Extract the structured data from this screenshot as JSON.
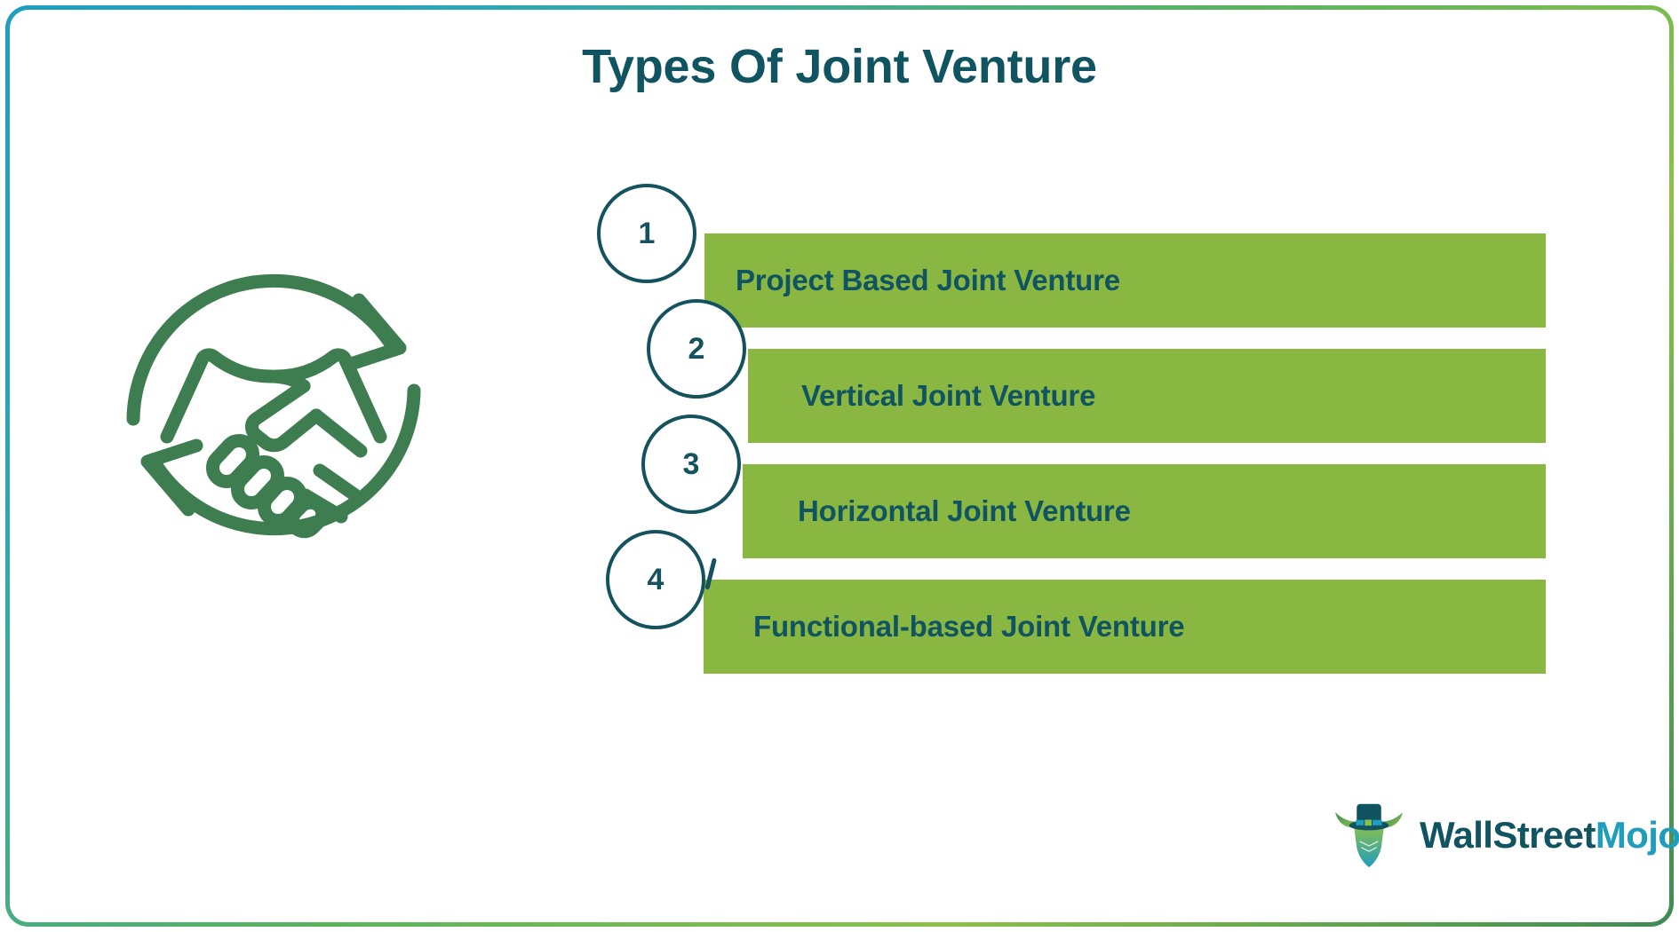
{
  "card": {
    "border_gradient_start": "#1f9dc0",
    "border_gradient_end": "#3f8b55",
    "background": "#ffffff"
  },
  "header": {
    "title": "Types Of Joint Venture",
    "title_color": "#0f5460"
  },
  "illustration": {
    "icon_name": "handshake-cycle-icon",
    "color": "#3e7d4f",
    "description": "Handshake enclosed by two circular arrows"
  },
  "colors": {
    "bar_green": "#8ab742",
    "dark_teal": "#14525e",
    "text_teal": "#0f5460",
    "icon_green": "#3e7d4f",
    "logo_accent": "#1f9dbd"
  },
  "list": {
    "items": [
      {
        "number": "1",
        "label": "Project Based Joint Venture"
      },
      {
        "number": "2",
        "label": "Vertical Joint Venture"
      },
      {
        "number": "3",
        "label": "Horizontal Joint Venture"
      },
      {
        "number": "4",
        "label": "Functional-based Joint Venture"
      }
    ]
  },
  "footer": {
    "logo": {
      "icon_name": "wallstreetmojo-bull-logo",
      "text_primary": "WallStreet",
      "text_accent": "Mojo"
    }
  }
}
